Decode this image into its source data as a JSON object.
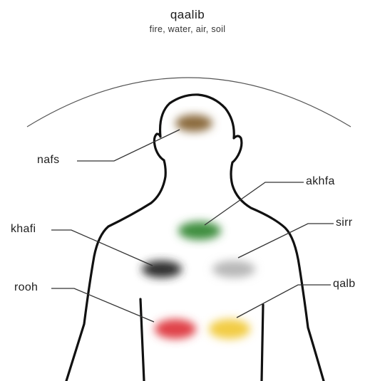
{
  "header": {
    "title": "qaalib",
    "subtitle": "fire, water, air, soil"
  },
  "labels": {
    "nafs": "nafs",
    "akhfa": "akhfa",
    "khafi": "khafi",
    "sirr": "sirr",
    "rooh": "rooh",
    "qalb": "qalb"
  },
  "colors": {
    "nafs": "#8b6a3e",
    "akhfa": "#3f8f3f",
    "khafi": "#2e2e2e",
    "sirr": "#b8b8b8",
    "rooh": "#e0434a",
    "qalb": "#f2cc45",
    "outline": "#111111"
  }
}
